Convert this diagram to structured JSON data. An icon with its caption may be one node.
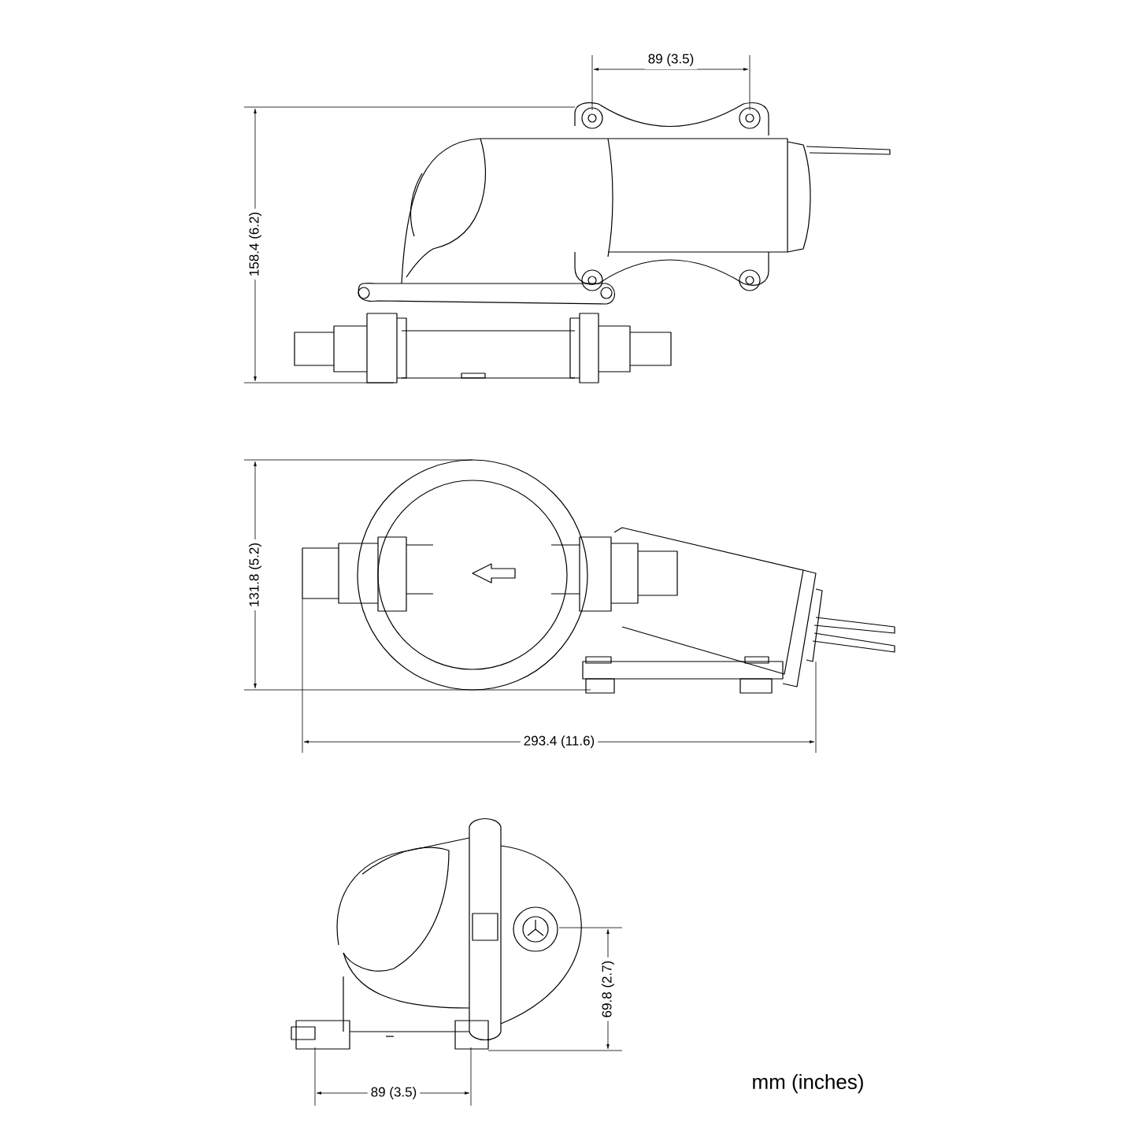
{
  "diagram": {
    "labels": [
      "89 (3.5)",
      "158.4 (6.2)",
      "131.8 (5.2)",
      "293.4 (11.6)",
      "69.8 (2.7)",
      "89 (3.5)",
      "mm (inches)"
    ]
  }
}
